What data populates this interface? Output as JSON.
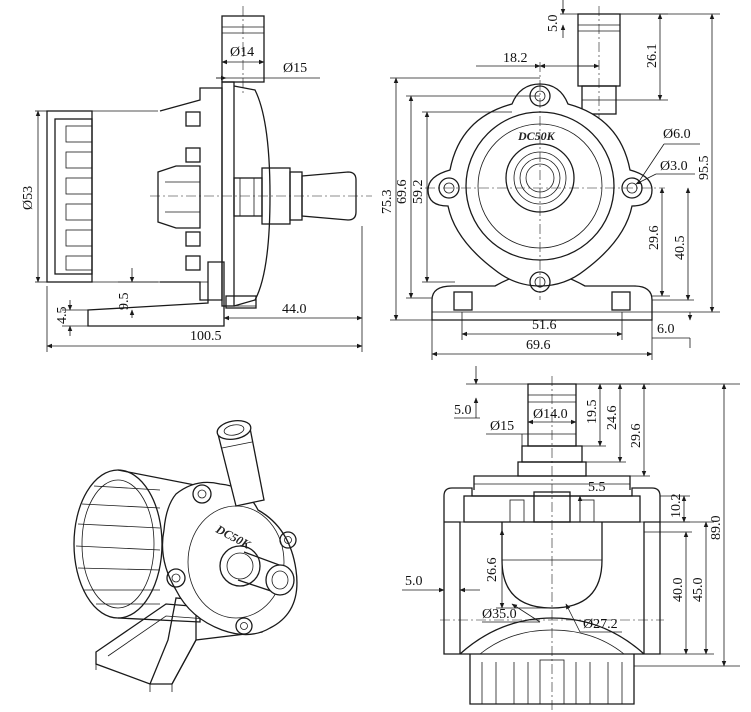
{
  "side_view": {
    "d_inlet": "Ø14",
    "d_inlet_outer": "Ø15",
    "d_body": "Ø53",
    "h_foot": "4.5",
    "h_mount": "9.5",
    "l_nozzle": "44.0",
    "l_total": "100.5"
  },
  "front_view": {
    "brand": "DC50K",
    "h_top": "5.0",
    "h_outlet": "26.1",
    "w_offset": "18.2",
    "h_overall": "75.3",
    "h_mount_outer": "69.6",
    "h_mount_inner": "59.2",
    "d_hole": "Ø6.0",
    "d_center": "Ø3.0",
    "h_total": "95.5",
    "h_side_hole": "29.6",
    "h_center": "40.5",
    "w_base_inner": "51.6",
    "w_base": "69.6",
    "t_base": "6.0"
  },
  "bottom_view": {
    "h_top": "5.0",
    "d_outlet_inner": "Ø14.0",
    "d_outlet_outer": "Ø15",
    "h_19": "19.5",
    "h_24": "24.6",
    "h_29": "29.6",
    "w_rib": "5.5",
    "h_rib": "10.2",
    "h_bowl": "26.6",
    "w_wall": "5.0",
    "h_40": "40.0",
    "h_45": "45.0",
    "h_total": "89.0",
    "d_outer": "Ø35.0",
    "d_inner": "Ø27.2"
  },
  "iso_view": {
    "brand": "DC50K"
  }
}
